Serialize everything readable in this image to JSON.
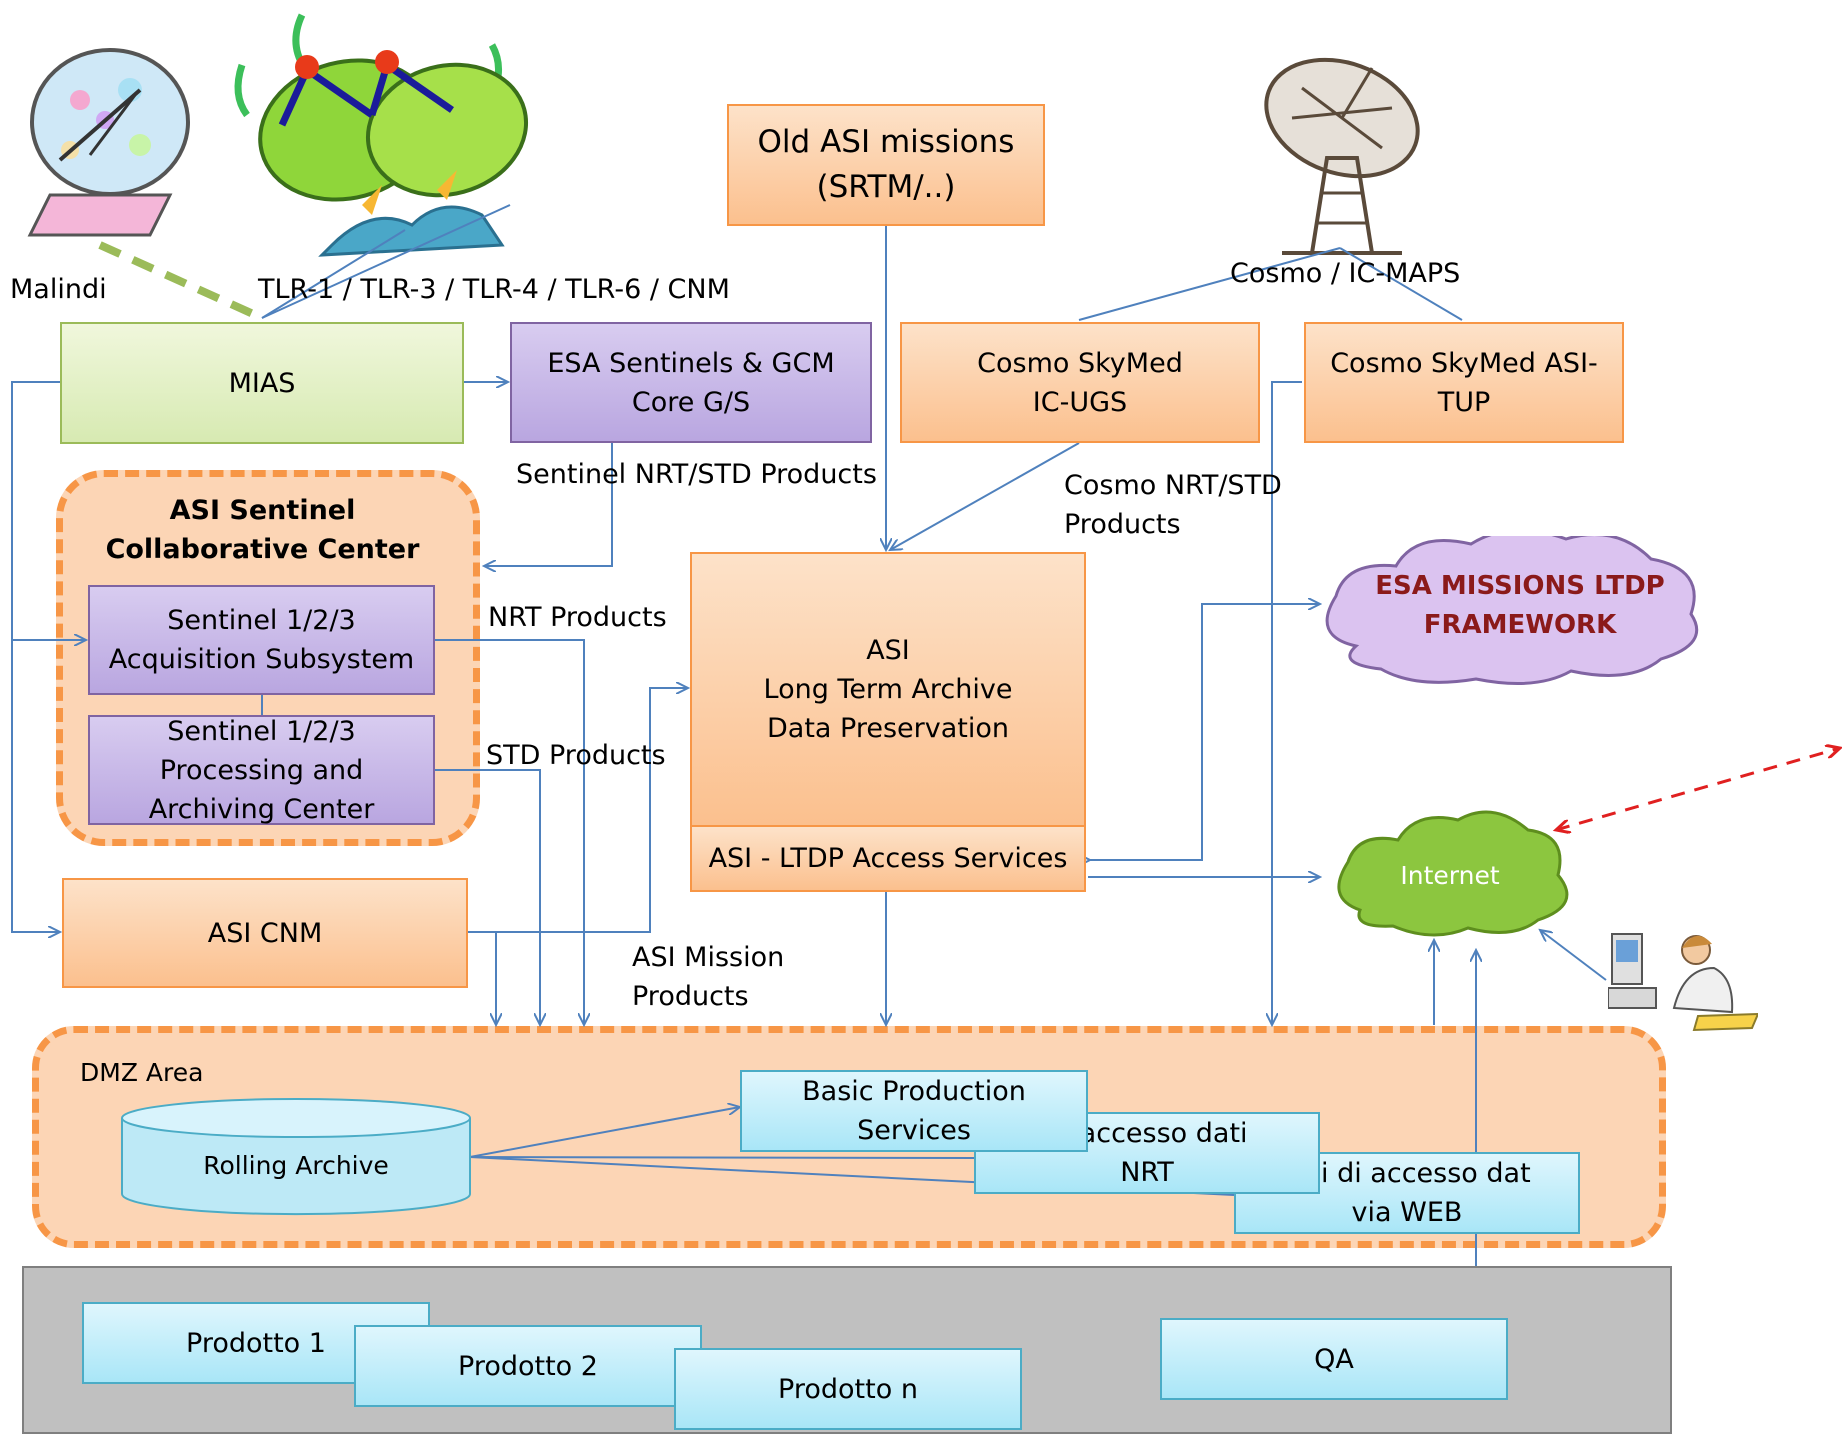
{
  "labels": {
    "malindi": "Malindi",
    "tlr": "TLR-1 / TLR-3 / TLR-4 / TLR-6 / CNM",
    "cosmo_icmaps": "Cosmo / IC-MAPS",
    "sentinel_products": "Sentinel NRT/STD Products",
    "cosmo_products": "Cosmo NRT/STD\nProducts",
    "nrt_products": "NRT Products",
    "std_products": "STD Products",
    "asi_mission_products": "ASI Mission\nProducts",
    "dmz_area": "DMZ Area"
  },
  "boxes": {
    "old_asi": "Old ASI missions\n(SRTM/..)",
    "mias": "MIAS",
    "esa_core": "ESA Sentinels & GCM\nCore G/S",
    "cosmo_icugs": "Cosmo SkyMed\nIC-UGS",
    "cosmo_tup": "Cosmo SkyMed ASI-\nTUP",
    "collab_title": "ASI Sentinel\nCollaborative Center",
    "acquisition": "Sentinel 1/2/3\nAcquisition Subsystem",
    "processing": "Sentinel 1/2/3\nProcessing and\nArchiving Center",
    "asi_cnm": "ASI CNM",
    "lta": "ASI\nLong Term Archive\nData Preservation",
    "ltdp_access": "ASI - LTDP Access Services",
    "esa_ltdp": "ESA MISSIONS LTDP\nFRAMEWORK",
    "internet": "Internet",
    "rolling_archive": "Rolling Archive",
    "basic_production": "Basic Production\nServices",
    "nrt_access": "di accesso dati\nNRT",
    "web_access": "vizi di accesso dat\nvia WEB",
    "prodotto1": "Prodotto 1",
    "prodotto2": "Prodotto 2",
    "prodotton": "Prodotto n",
    "qa": "QA"
  },
  "icons": [
    "satellite-dish-icon",
    "ground-station-icon",
    "radar-antenna-icon",
    "user-at-computer-icon"
  ],
  "colors": {
    "orange_border": "#f79646",
    "purple_border": "#8064a2",
    "green_border": "#9bbb59",
    "cyan_border": "#4bacc6",
    "connector": "#4f81bd",
    "ltdp_text": "#8b1a1a",
    "internet_fill": "#7fbf3a",
    "secure_zone": "#c0c0c0"
  }
}
